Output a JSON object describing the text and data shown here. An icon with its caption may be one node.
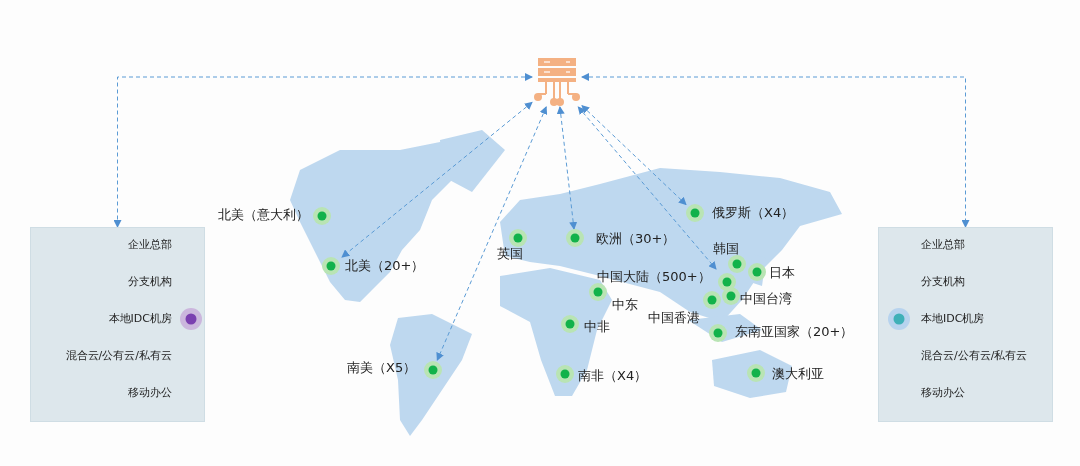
{
  "diagram": {
    "nodes": [
      {
        "text": [],
        "shape": "picture"
      },
      {
        "text": [
          "企业总部",
          "分支机构",
          "本地IDC机房",
          "混合云/公有云/私有云",
          "移动办公"
        ]
      },
      {
        "text": [
          "企业总部",
          "分支机构",
          "本地IDC机房",
          "混合云/公有云/私有云",
          "移动办公"
        ]
      },
      {
        "text": [
          "北美（意大利）"
        ]
      },
      {
        "text": [
          "俄罗斯（X4）"
        ]
      },
      {
        "text": [
          "英国"
        ]
      },
      {
        "text": [
          "欧洲（30+）"
        ]
      },
      {
        "text": [
          "韩国"
        ]
      },
      {
        "text": [
          "北美（20+）"
        ]
      },
      {
        "text": [
          "日本"
        ]
      },
      {
        "text": [
          "中国大陆（500+）"
        ]
      },
      {
        "text": [
          "中东"
        ]
      },
      {
        "text": [
          "中国台湾"
        ]
      },
      {
        "text": [
          "中国香港"
        ]
      },
      {
        "text": [
          "中非"
        ]
      },
      {
        "text": [
          "东南亚国家（20+）"
        ]
      },
      {
        "text": [
          "南美（X5）"
        ]
      },
      {
        "text": [
          "南非（X4）"
        ]
      },
      {
        "text": [
          "澳大利亚"
        ]
      }
    ],
    "edges": [
      {
        "from": 0,
        "to": 1,
        "arrow": "both",
        "style": "dashed"
      },
      {
        "from": 0,
        "to": 2,
        "arrow": "both",
        "style": "dashed"
      },
      {
        "from": 0,
        "to": 8,
        "arrow": "both",
        "style": "dashed"
      },
      {
        "from": 0,
        "to": 16,
        "arrow": "both",
        "style": "dashed"
      },
      {
        "from": 0,
        "to": 6,
        "arrow": "both",
        "style": "dashed"
      },
      {
        "from": 0,
        "to": 4,
        "arrow": "both",
        "style": "dashed"
      },
      {
        "from": 0,
        "to": 10,
        "arrow": "both",
        "style": "dashed"
      }
    ]
  }
}
